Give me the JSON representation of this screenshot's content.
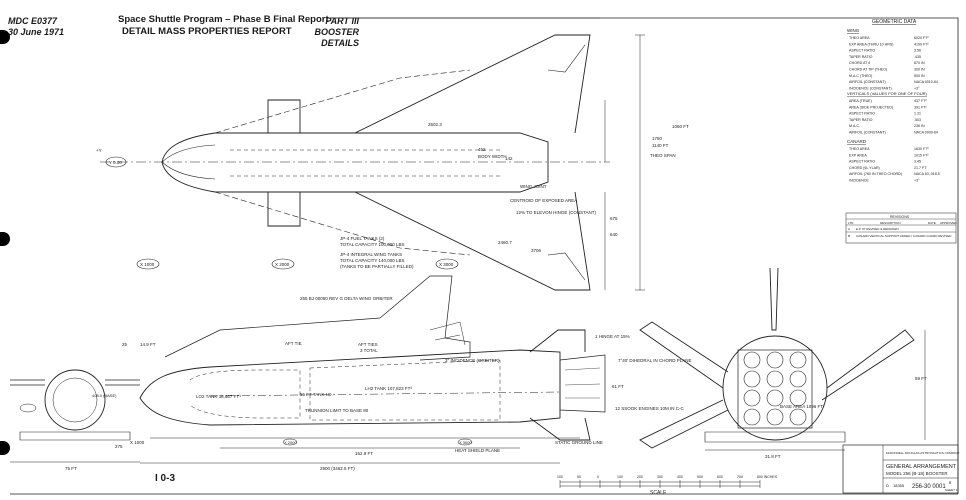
{
  "header": {
    "doc_number": "MDC E0377",
    "date": "30 June 1971",
    "program_title": "Space Shuttle Program – Phase B Final Report",
    "report_title": "DETAIL MASS PROPERTIES REPORT",
    "part": "PART III",
    "part_subtitle": "BOOSTER DETAILS",
    "page_number": "I 0-3"
  },
  "geometric_data": {
    "heading": "GEOMETRIC DATA",
    "wing": {
      "heading": "WING",
      "rows": [
        {
          "label": "THEO AREA",
          "value": "6020 FT²"
        },
        {
          "label": "EXP AREA (THRU 10 HRS)",
          "value": "4190 FT²"
        },
        {
          "label": "ASPECT RATIO",
          "value": "3.56"
        },
        {
          "label": "TAPER RATIO",
          "value": ".435"
        },
        {
          "label": "CHORD AT ¢",
          "value": "670 IN"
        },
        {
          "label": "CHORD AT TIP (THEO)",
          "value": "300 IN"
        },
        {
          "label": "M.A.C (THEO)",
          "value": "500 IN"
        },
        {
          "label": "AIRFOIL (CONSTANT)",
          "value": "NACA 0010-64"
        },
        {
          "label": "INCIDENCE (CONSTANT)",
          "value": "+3°"
        }
      ]
    },
    "verticals": {
      "heading": "VERTICALS (VALUES FOR ONE OF FOUR)",
      "rows": [
        {
          "label": "AREA (TRUE)",
          "value": "437 FT²"
        },
        {
          "label": "AREA (SIDE PROJECTED)",
          "value": "391 FT²"
        },
        {
          "label": "ASPECT RATIO",
          "value": "1.31"
        },
        {
          "label": "TAPER RATIO",
          "value": ".503"
        },
        {
          "label": "M.A.C.",
          "value": "236 IN"
        },
        {
          "label": "AIRFOIL (CONSTANT)",
          "value": "NACA 0009-64"
        }
      ]
    },
    "canard": {
      "heading": "CANARD",
      "rows": [
        {
          "label": "THEO AREA",
          "value": "1630 FT²"
        },
        {
          "label": "EXP AREA",
          "value": "1015 FT²"
        },
        {
          "label": "ASPECT RATIO",
          "value": "3.45"
        },
        {
          "label": "CHORD (¢L YLAR)",
          "value": "21.7 FT"
        },
        {
          "label": "AIRFOIL (760 IN THEO CHORD)",
          "value": "NACA 63, 018.5"
        },
        {
          "label": "INCIDENCE",
          "value": "+3°"
        }
      ]
    }
  },
  "revisions": {
    "heading": "REVISIONS",
    "columns": [
      "LTR",
      "DESCRIPTION",
      "DATE",
      "APPROVED"
    ],
    "rows": [
      {
        "ltr": "A",
        "desc": "E.P. 67 REVISED & REDRAWN"
      },
      {
        "ltr": "B",
        "desc": "CANARD VERTICAL SUPPORT ADDED / CANARD CHORD REVISED"
      }
    ]
  },
  "title_block": {
    "company": "McDONNELL DOUGLAS ASTRONAUTICS COMPANY",
    "title_line1": "GENERAL ARRANGEMENT",
    "title_line2": "MODEL 256 (B-18) BOOSTER",
    "size": "D",
    "code": "18355",
    "drawing_number": "256-30 0001",
    "rev": "B",
    "sheet": "SHEET 1"
  },
  "scale_bar": {
    "ticks": [
      "100",
      "50",
      "0",
      "100",
      "200",
      "300",
      "400",
      "500",
      "600",
      "700",
      "800 INCHES"
    ],
    "label": "SCALE"
  },
  "top_view": {
    "notes": [
      "JP-4 FUEL TANKS (2)",
      "TOTAL CAPACITY 100,000 LBS",
      "JP-4 INTEGRAL WING TANKS",
      "TOTAL CAPACITY 140,000 LBS",
      "(TANKS TO BE PARTIALLY FILLED)",
      "WING JOINT",
      "CENTROID OF EXPOSED AREA",
      "12% TO ELEVON HINGE (CONSTANT)",
      "BODY WIDTH",
      "THEO SPAN"
    ],
    "stations": [
      "X 1000",
      "X 2000",
      "X 3000",
      "Y 0.00",
      "+Y"
    ],
    "dims": [
      "1750",
      "1140 FT",
      "1060 FT",
      "675",
      "640",
      "452",
      "142",
      "2460.7",
      "2502.3",
      "3706"
    ]
  },
  "side_view": {
    "notes": [
      "255 BJ 00050 REV G DELTA WING ORBITER",
      "AFT TIES",
      "3 TOTAL",
      "AFT TIE",
      "LO2 TANK 38,667 FT³",
      "LH2 TANK 107,823 FT³",
      "55 FT TANK I.D.",
      "3° INCIDENCE (ORBITER)",
      "TRUNNION LIMIT TO BASE 80",
      "STATIC GROUND LINE",
      "HEAT SHIELD PLANE",
      "12 SSOOK ENGINES 10M IN C-C",
      "7°40' DIHEDRAL IN CHORD PLANE",
      "BASE AREA 1096 FT²",
      "X 1000",
      "X 2000",
      "X 3000",
      "1 HINGE AT 15%"
    ],
    "dims": [
      "2900 (3462.5 FT)",
      "152.9 FT",
      "61 FT",
      "59 FT",
      "25",
      "275",
      "75 FT",
      "31.8 FT",
      "14.9 FT",
      "408.0 (BASE)"
    ]
  }
}
